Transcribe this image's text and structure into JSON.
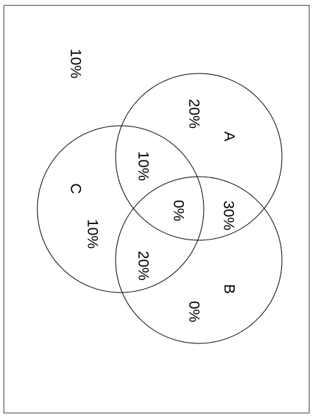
{
  "colors": {
    "background": "#ffffff",
    "stroke": "#000000",
    "text": "#000000"
  },
  "sets": {
    "a": "A",
    "b": "B",
    "c": "C"
  },
  "regions": {
    "outside": "10%",
    "a_only": "20%",
    "b_only": "0%",
    "c_only": "10%",
    "a_and_b": "30%",
    "a_and_c": "10%",
    "b_and_c": "20%",
    "a_and_b_and_c": "0%"
  }
}
